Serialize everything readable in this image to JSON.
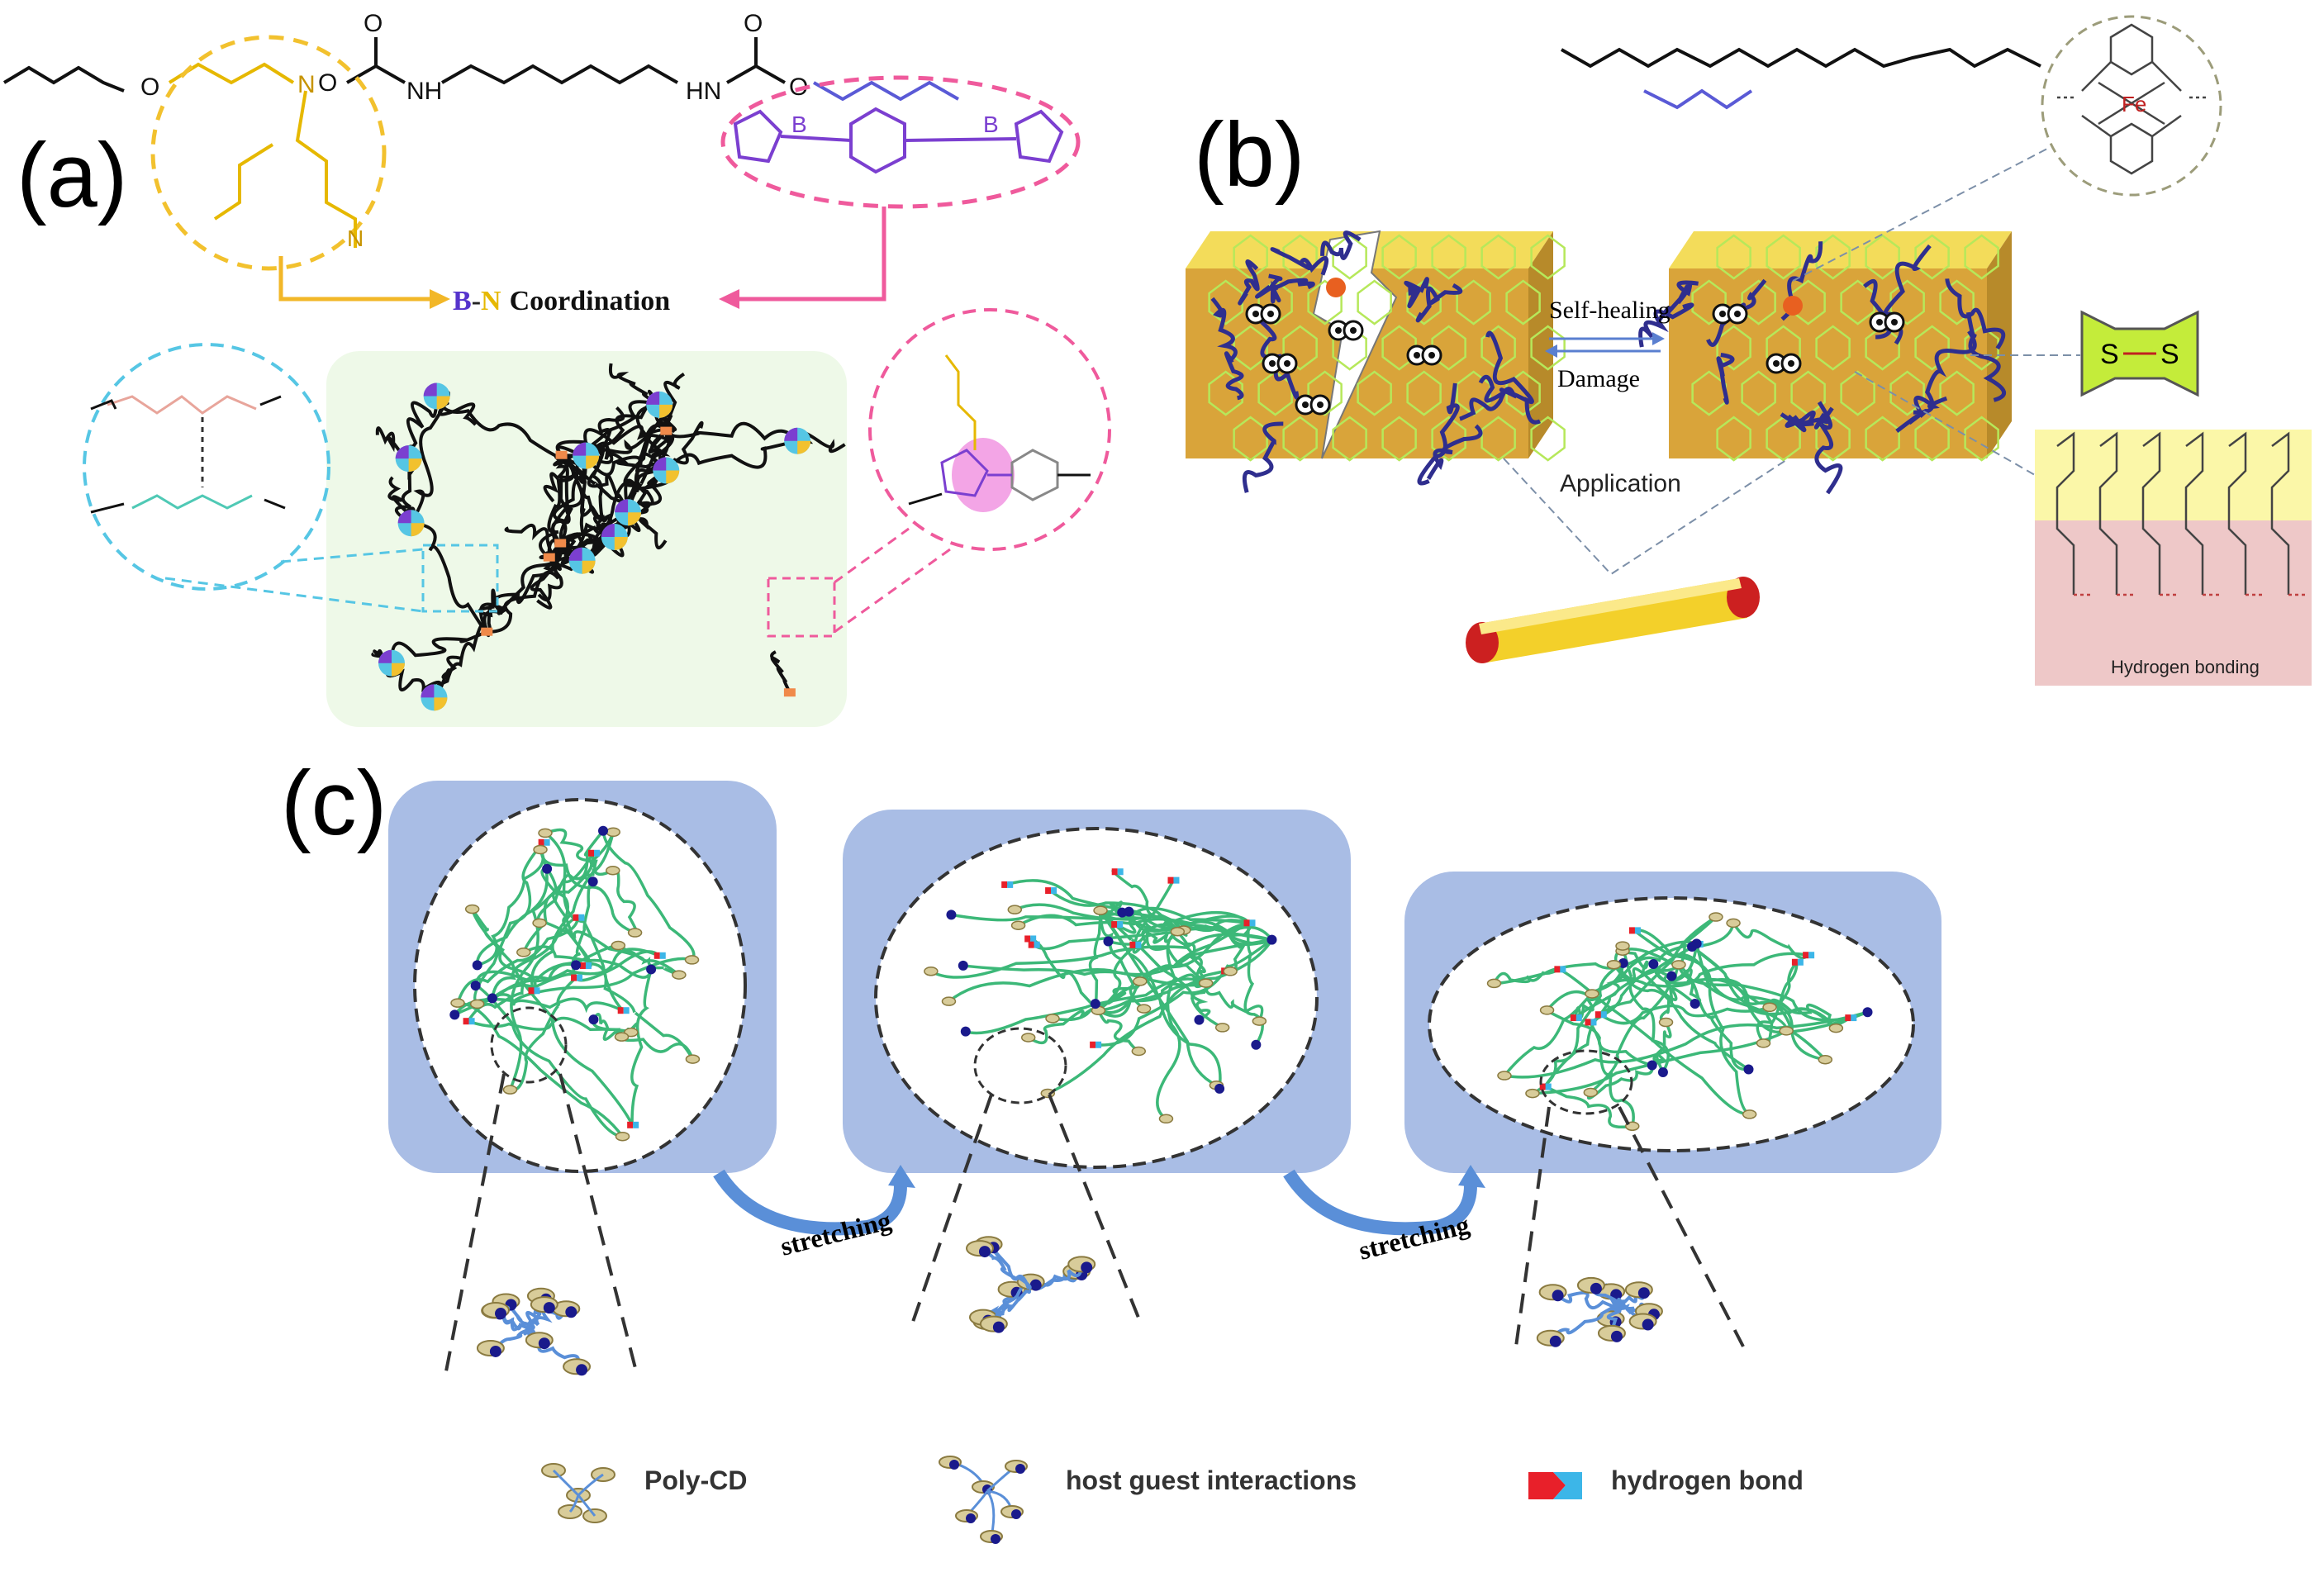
{
  "panel_a": {
    "label": "(a)",
    "chem_labels": {
      "o": "O",
      "n": "N",
      "nh": "NH",
      "hn": "HN",
      "b": "B"
    },
    "coordination": {
      "b": "B",
      "dash": "-",
      "n": "N",
      "word": "Coordination"
    },
    "colors": {
      "yellow": "#f2c12e",
      "pink": "#ef5a9c",
      "purple": "#7b3fd0",
      "cyan": "#56c6e4",
      "network_bg": "#eef9e8",
      "amine": "#e8a59b",
      "teal": "#4fc9b5"
    }
  },
  "panel_b": {
    "label": "(b)",
    "self_healing": "Self-healing",
    "damage": "Damage",
    "application": "Application",
    "fe": "Fe",
    "s1": "S",
    "s2": "S",
    "hydrogen_bonding": "Hydrogen bonding",
    "colors": {
      "block": "#d9a43a",
      "mesh": "#b6e85a",
      "chain": "#2f2e8e",
      "rod": "#f3d02a",
      "cap": "#cc2020"
    }
  },
  "panel_c": {
    "label": "(c)",
    "stretching_1": "stretching",
    "stretching_2": "stretching",
    "legend": [
      {
        "label": "Poly-CD"
      },
      {
        "label": "host guest interactions"
      },
      {
        "label": "hydrogen bond"
      }
    ],
    "colors": {
      "box": "#a9bde5",
      "chain": "#3cb878",
      "blue_chain": "#5a8fd8",
      "ring": "#d8cc9a",
      "red": "#e8202a",
      "cyan": "#3cb6e8",
      "guest": "#1a1a8c"
    }
  }
}
